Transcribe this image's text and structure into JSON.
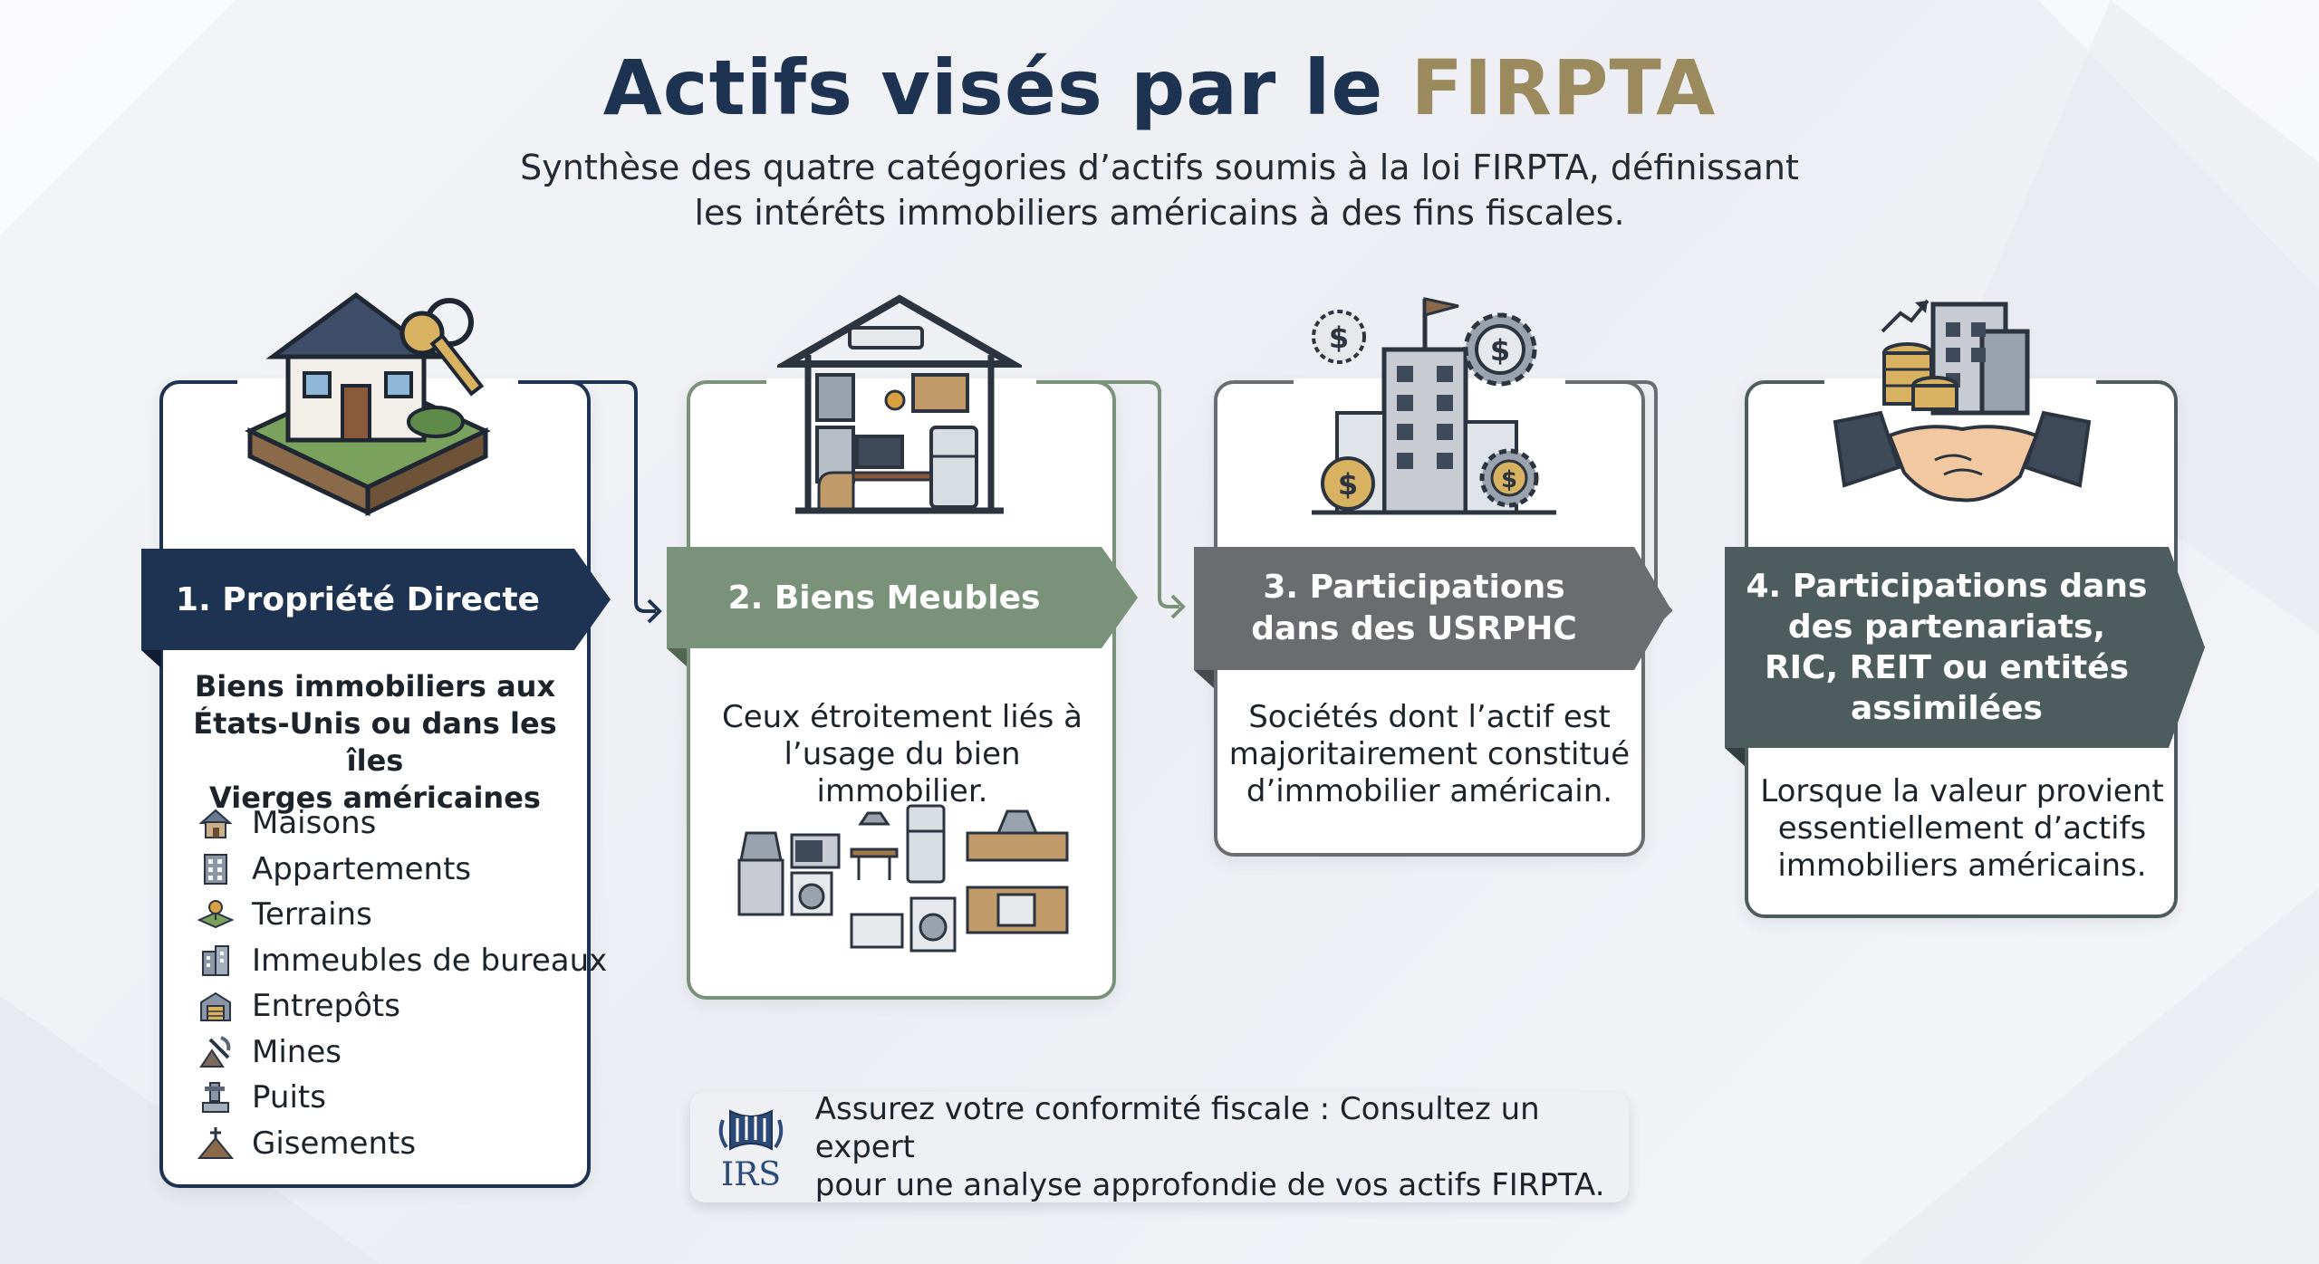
{
  "title": {
    "main": "Actifs visés par le ",
    "accent": "FIRPTA"
  },
  "subtitle": {
    "line1": "Synthèse des quatre catégories d’actifs soumis à la loi FIRPTA, définissant",
    "line2": "les intérêts immobiliers américains à des fins fiscales."
  },
  "categories": [
    {
      "title": "1. Propriété Directe",
      "heading": [
        "Biens immobiliers aux",
        "États-Unis ou dans les îles",
        "Vierges américaines"
      ],
      "items": [
        {
          "label": "Maisons",
          "icon": "house-icon"
        },
        {
          "label": "Appartements",
          "icon": "apartment-icon"
        },
        {
          "label": "Terrains",
          "icon": "land-pin-icon"
        },
        {
          "label": "Immeubles de bureaux",
          "icon": "office-building-icon"
        },
        {
          "label": "Entrepôts",
          "icon": "warehouse-icon"
        },
        {
          "label": "Mines",
          "icon": "mine-icon"
        },
        {
          "label": "Puits",
          "icon": "well-icon"
        },
        {
          "label": "Gisements",
          "icon": "deposit-icon"
        }
      ]
    },
    {
      "title": "2. Biens Meubles",
      "description": [
        "Ceux étroitement liés à",
        "l’usage du bien immobilier."
      ]
    },
    {
      "title": [
        "3. Participations",
        "dans des USRPHC"
      ],
      "description": [
        "Sociétés dont l’actif est",
        "majoritairement constitué",
        "d’immobilier américain."
      ]
    },
    {
      "title": [
        "4. Participations dans",
        "des partenariats,",
        "RIC, REIT ou entités",
        "assimilées"
      ],
      "description": [
        "Lorsque la valeur provient",
        "essentiellement d’actifs",
        "immobiliers américains."
      ]
    }
  ],
  "cta": {
    "line1": "Assurez votre conformité fiscale : Consultez un expert",
    "line2": "pour une analyse approfondie de vos actifs FIRPTA.",
    "logo_text": "IRS"
  },
  "colors": {
    "navy": "#1e3352",
    "sage": "#7a917a",
    "gray": "#6b6c70",
    "slate": "#4d5d5d",
    "gold": "#9a8a5e"
  }
}
